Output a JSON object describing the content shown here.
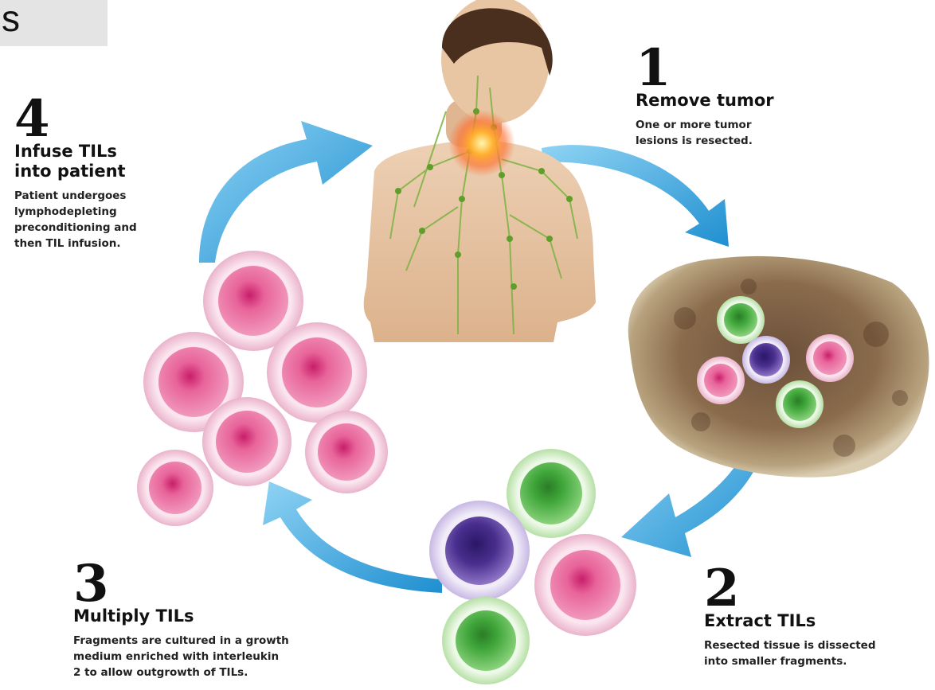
{
  "corner_label": "s",
  "steps": [
    {
      "number": "1",
      "title": "Remove tumor",
      "description": "One or more tumor\nlesions is resected."
    },
    {
      "number": "2",
      "title": "Extract TILs",
      "description": "Resected tissue is dissected\ninto smaller fragments."
    },
    {
      "number": "3",
      "title": "Multiply TILs",
      "description": "Fragments are cultured in a growth\nmedium enriched with interleukin\n2 to allow outgrowth of TILs."
    },
    {
      "number": "4",
      "title": "Infuse TILs\ninto patient",
      "description": "Patient undergoes\nlymphodepleting\npreconditioning and\nthen TIL infusion."
    }
  ],
  "colors": {
    "arrow": "#2e9fd8",
    "arrow_light": "#6cc4ee",
    "cell_pink": "#e8649a",
    "cell_pink_ring": "#f7d3e3",
    "cell_green": "#3fa63a",
    "cell_green_ring": "#d6f0cf",
    "cell_purple": "#4a2f8f",
    "cell_purple_ring": "#ddd3ee",
    "tumor": "#7e6548",
    "skin": "#e7c4a4",
    "lymph": "#7cb342"
  }
}
